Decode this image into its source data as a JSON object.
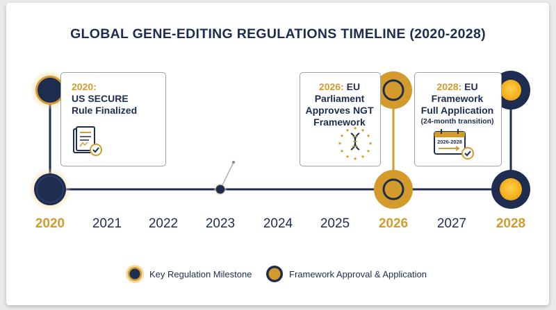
{
  "title": "GLOBAL GENE-EDITING REGULATIONS TIMELINE (2020-2028)",
  "years": [
    {
      "label": "2020",
      "highlight": true
    },
    {
      "label": "2021",
      "highlight": false
    },
    {
      "label": "2022",
      "highlight": false
    },
    {
      "label": "2023",
      "highlight": false
    },
    {
      "label": "2024",
      "highlight": false
    },
    {
      "label": "2025",
      "highlight": false
    },
    {
      "label": "2026",
      "highlight": true
    },
    {
      "label": "2027",
      "highlight": false
    },
    {
      "label": "2028",
      "highlight": true
    }
  ],
  "events": {
    "e2020": {
      "year": "2020:",
      "line1": "US SECURE",
      "line2": "Rule Finalized"
    },
    "e2026": {
      "year": "2026:",
      "line1a": "EU",
      "line2": "Parliament",
      "line3": "Approves NGT",
      "line4": "Framework"
    },
    "e2028": {
      "year": "2028:",
      "line1a": "EU",
      "line2": "Framework",
      "line3": "Full Application",
      "sub": "(24-month transition)",
      "calendar_text": "2026-2028"
    }
  },
  "legend": [
    {
      "label": "Key Regulation Milestone"
    },
    {
      "label": "Framework Approval & Application"
    }
  ],
  "colors": {
    "navy": "#1d2c4f",
    "gold": "#d39a2c",
    "bright_gold": "#f7b21a",
    "glow": "#f6d9a6"
  }
}
